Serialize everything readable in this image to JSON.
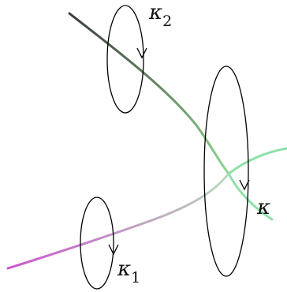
{
  "labels": {
    "kappa2": {
      "symbol": "κ",
      "subscript": "2"
    },
    "kappa1": {
      "symbol": "κ",
      "subscript": "1"
    },
    "kappa": {
      "symbol": "κ",
      "subscript": ""
    }
  },
  "colors": {
    "upper_strand_start": "#3a3a3a",
    "upper_strand_end": "#8ed58e",
    "lower_strand_start": "#cc55d0",
    "lower_strand_end": "#b8dcb8",
    "right_strand_end": "#8fe0a8",
    "loop_stroke": "#000000"
  }
}
